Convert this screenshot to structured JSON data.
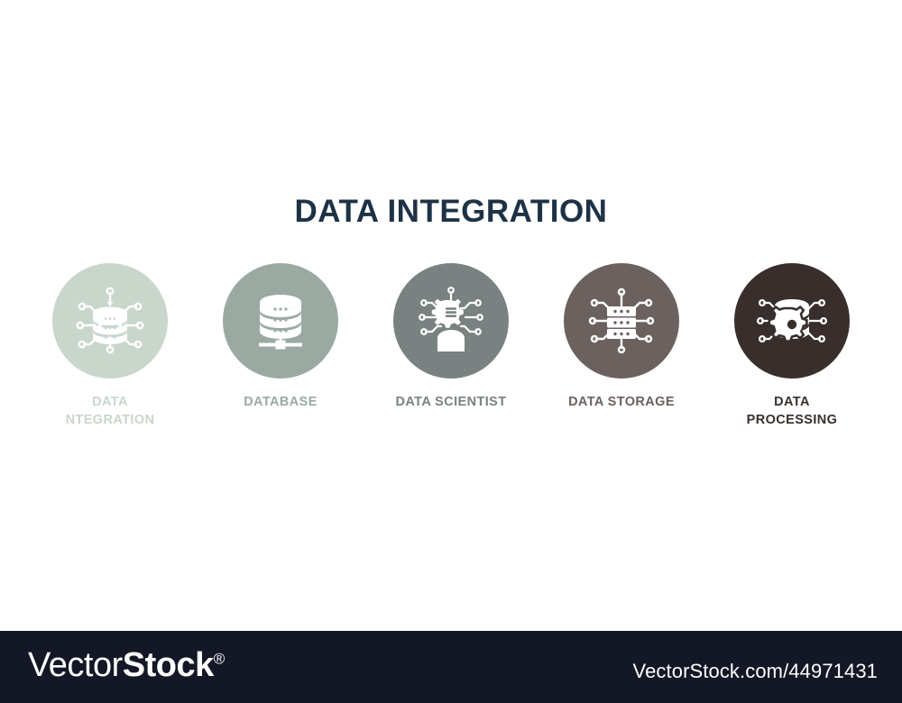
{
  "header": {
    "title": "DATA INTEGRATION"
  },
  "theme": {
    "background": "#ffffff",
    "title_color": "#1e3246",
    "icon_color": "#ffffff",
    "footer_background": "#141725",
    "footer_text_color": "#ffffff"
  },
  "steps": [
    {
      "label": "DATA\nNTEGRATION",
      "color": "#c9d6cc",
      "icon": "database-network-icon"
    },
    {
      "label": "DATABASE",
      "color": "#9aaaa2",
      "icon": "database-stand-icon"
    },
    {
      "label": "DATA SCIENTIST",
      "color": "#798280",
      "icon": "gear-person-network-icon"
    },
    {
      "label": "DATA STORAGE",
      "color": "#6b615f",
      "icon": "server-rack-network-icon"
    },
    {
      "label": "DATA\nPROCESSING",
      "color": "#382f2d",
      "icon": "database-gear-network-icon"
    }
  ],
  "footer": {
    "logo_light": "Vector",
    "logo_bold": "Stock",
    "logo_registered": "®",
    "url": "VectorStock.com/44971431"
  }
}
